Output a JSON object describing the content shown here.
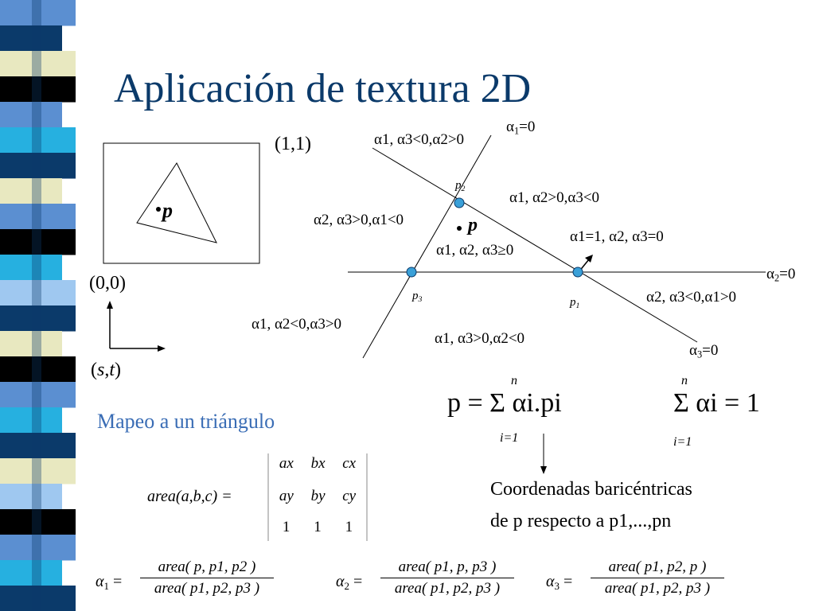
{
  "slide": {
    "title": "Aplicación de textura 2D",
    "subtitle": "Mapeo a un triángulo"
  },
  "colors": {
    "title": "#0b3a6a",
    "subtitle": "#3a6db5",
    "vertex_fill": "#3aa0d8",
    "strip": [
      "#5b8fd1",
      "#0b3a6a",
      "#e8e8c0",
      "#000000",
      "#5b8fd1",
      "#26b0e0",
      "#0b3a6a",
      "#e8e8c0",
      "#5b8fd1",
      "#000000",
      "#26b0e0",
      "#9fc8f0",
      "#0b3a6a",
      "#e8e8c0",
      "#000000",
      "#5b8fd1",
      "#26b0e0",
      "#0b3a6a",
      "#e8e8c0",
      "#9fc8f0",
      "#000000",
      "#5b8fd1",
      "#26b0e0",
      "#0b3a6a"
    ]
  },
  "texture_space": {
    "corner_top": "(1,1)",
    "corner_bottom": "(0,0)",
    "point_label": "p",
    "axes_label_s": "s",
    "axes_label_t": "t"
  },
  "barycentric_diagram": {
    "vertex_p1": "p",
    "vertex_p2": "p",
    "vertex_p3": "p",
    "point_label": "p",
    "line_a1": "α",
    "line_a2": "α",
    "line_a3": "α",
    "region_top": "α1, α3<0,α2>0",
    "region_top_right": "α1, α2>0,α3<0",
    "region_left": "α2, α3>0,α1<0",
    "region_inside": "α1, α2, α3≥0",
    "region_vertex": "α1=1, α2, α3=0",
    "region_right": "α2, α3<0,α1>0",
    "region_bottom_left": "α1, α2<0,α3>0",
    "region_bottom": "α1, α3>0,α2<0"
  },
  "formulas": {
    "sum_p": "p = Σ αi.pi",
    "sum_upper": "n",
    "sum_lower": "i=1",
    "sum_alpha": "Σ αi = 1",
    "area_lhs": "area(a,b,c) =",
    "matrix_row1": [
      "ax",
      "bx",
      "cx"
    ],
    "matrix_row2": [
      "ay",
      "by",
      "cy"
    ],
    "matrix_row3": [
      "1",
      "1",
      "1"
    ],
    "alpha1_num": "area( p, p1, p2 )",
    "alpha1_den": "area( p1, p2, p3 )",
    "alpha2_num": "area( p1, p, p3 )",
    "alpha2_den": "area( p1, p2, p3 )",
    "alpha3_num": "area( p1, p2, p )",
    "alpha3_den": "area( p1, p2, p3 )"
  },
  "caption": {
    "line1": "Coordenadas baricéntricas",
    "line2": "de p respecto a p1,...,pn"
  }
}
